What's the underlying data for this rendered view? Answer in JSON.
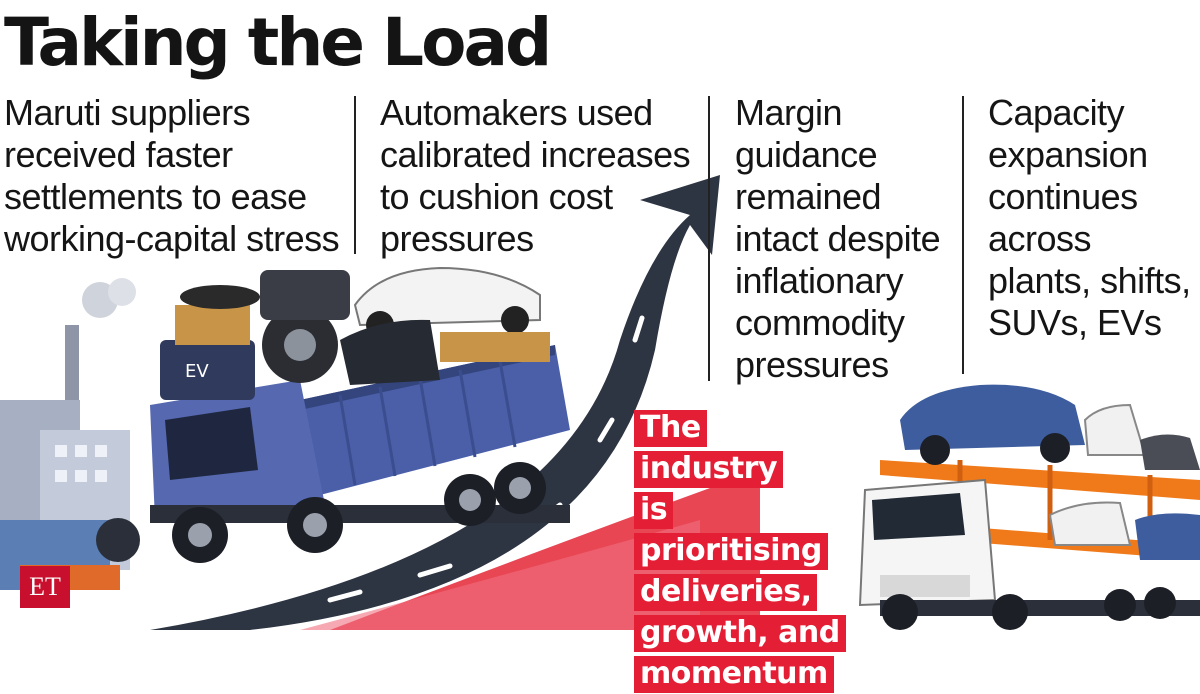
{
  "title": "Taking the Load",
  "columns": [
    {
      "lines": [
        "Maruti suppliers",
        "received faster",
        "settlements to ease",
        "working-capital stress"
      ]
    },
    {
      "lines": [
        "Automakers used",
        "calibrated increases",
        "to cushion cost",
        "pressures"
      ]
    },
    {
      "lines": [
        "Margin",
        "guidance",
        "remained",
        "intact despite",
        "inflationary",
        "commodity",
        "pressures"
      ]
    },
    {
      "lines": [
        "Capacity",
        "expansion",
        "continues",
        "across",
        "plants, shifts,",
        "SUVs, EVs"
      ]
    }
  ],
  "callout": {
    "lines": [
      "The industry",
      "is prioritising",
      "deliveries,",
      "growth, and",
      "momentum"
    ]
  },
  "truck_badge": "EV",
  "logo_text": "ET",
  "colors": {
    "accent_red": "#e31e35",
    "truck_blue": "#4a5fa8",
    "road": "#2d3442",
    "carrier_orange": "#f07a1a"
  }
}
